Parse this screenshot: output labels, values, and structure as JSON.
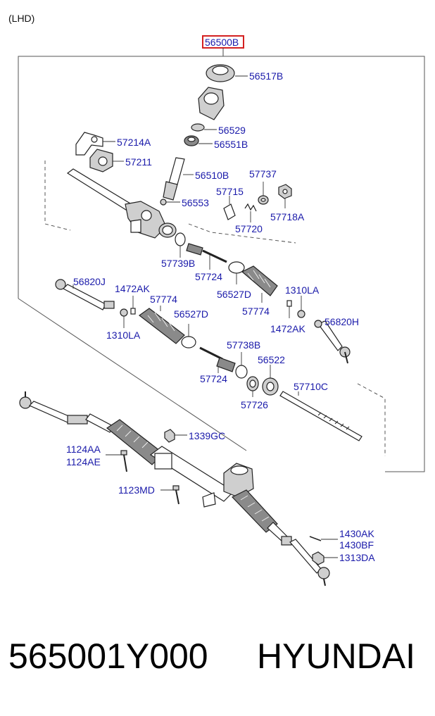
{
  "header": {
    "variant": "(LHD)"
  },
  "main_part": {
    "label": "56500B",
    "box_color": "#d42020"
  },
  "label_color": "#1a1aaa",
  "labels": {
    "p56517B": "56517B",
    "p56529": "56529",
    "p56551B": "56551B",
    "p57214A": "57214A",
    "p57211": "57211",
    "p56510B": "56510B",
    "p57737": "57737",
    "p57715": "57715",
    "p56553": "56553",
    "p57718A": "57718A",
    "p57720": "57720",
    "p57739B": "57739B",
    "p57724a": "57724",
    "p56820J": "56820J",
    "p1472AKa": "1472AK",
    "p56527Da": "56527D",
    "p1310LAa": "1310LA",
    "p57774a": "57774",
    "p57774b": "57774",
    "p56527Db": "56527D",
    "p1310LAb": "1310LA",
    "p1472AKb": "1472AK",
    "p56820H": "56820H",
    "p57738B": "57738B",
    "p56522": "56522",
    "p57724b": "57724",
    "p57710C": "57710C",
    "p57726": "57726",
    "p1339GC": "1339GC",
    "p1124AA": "1124AA",
    "p1124AE": "1124AE",
    "p1123MD": "1123MD",
    "p1430AK": "1430AK",
    "p1430BF": "1430BF",
    "p1313DA": "1313DA"
  },
  "footer": {
    "part_number": "565001Y000",
    "brand": "HYUNDAI"
  }
}
